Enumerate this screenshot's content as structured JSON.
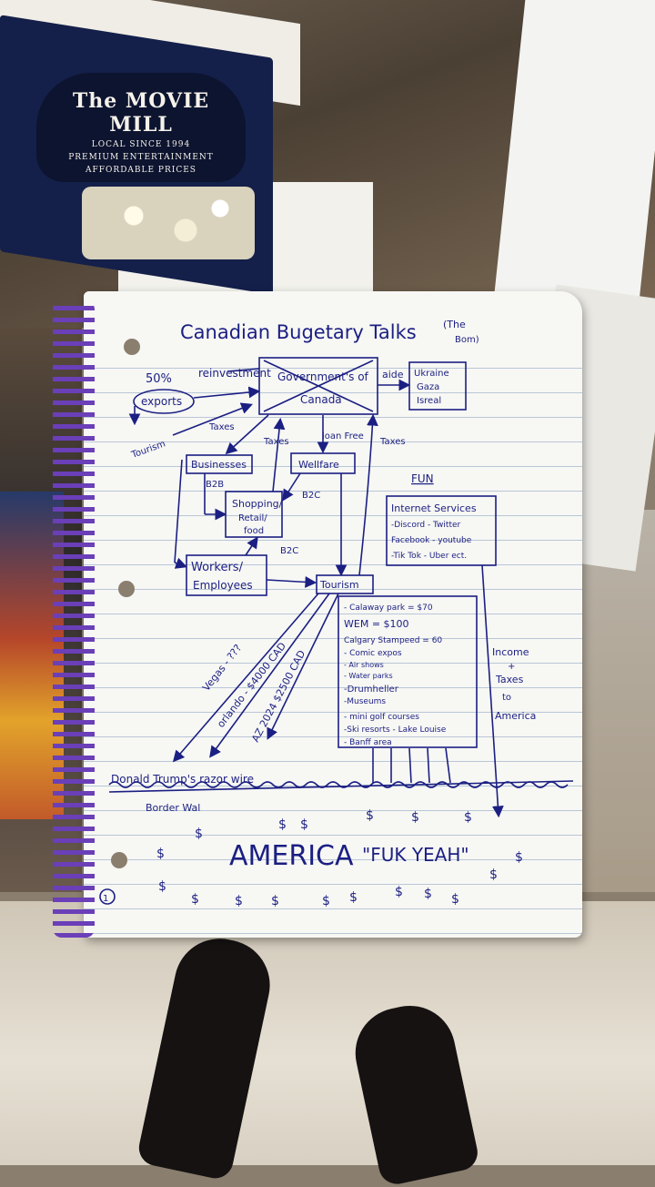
{
  "colors": {
    "ink": "#1b1f82",
    "paper": "#f7f7f4",
    "rule": "#b9c7d6",
    "spiral": "#6a3fb8"
  },
  "background": {
    "box_logo": [
      "The",
      "MOVIE",
      "MILL"
    ],
    "box_tagline": [
      "LOCAL SINCE 1994",
      "PREMIUM ENTERTAINMENT",
      "AFFORDABLE PRICES"
    ]
  },
  "diagram": {
    "title": "Canadian Bugetary Talks",
    "title_note": [
      "(The",
      "Bom)"
    ],
    "nodes": {
      "government": [
        "Government's of",
        "Canada"
      ],
      "ukraine": [
        "Ukraine",
        "Gaza",
        "Isreal"
      ],
      "exports": "exports",
      "businesses": "Businesses",
      "welfare": "Wellfare",
      "shopping": [
        "Shopping/",
        "Retail/",
        "food"
      ],
      "workers": [
        "Workers/",
        "Employees"
      ],
      "tourism": "Tourism",
      "fun_heading": "FUN",
      "internet": [
        "Internet Services",
        "-Discord - Twitter",
        "Facebook - youtube",
        "-Tik Tok - Uber ect."
      ],
      "attractions": [
        "- Calaway park = $70",
        "WEM = $100",
        "Calgary Stampeed = 60",
        "- Comic expos",
        "- Air shows",
        "- Water parks",
        "-Drumheller",
        "-Museums",
        "- mini golf courses",
        "-Ski resorts - Lake Louise",
        "- Banff area"
      ]
    },
    "labels": {
      "pct": "50%",
      "reinvestment": "reinvestment",
      "aide": "aide",
      "taxes": "Taxes",
      "loan_free": "loan Free",
      "tourism_in": "Tourism",
      "b2b": "B2B",
      "b2c": "B2C",
      "vegas": "Vegas - ???",
      "orlando": "orlando - $4000 CAD",
      "az": "AZ 2024 $2500 CAD",
      "income_taxes": [
        "Income",
        "+",
        "Taxes",
        "to",
        "America"
      ]
    },
    "border_label": "Donald Trump's razor wire",
    "border_wall": "Border Wal",
    "america": "AMERICA",
    "slogan": "\"FUK YEAH\"",
    "dollar": "$",
    "circle_num": "1"
  }
}
